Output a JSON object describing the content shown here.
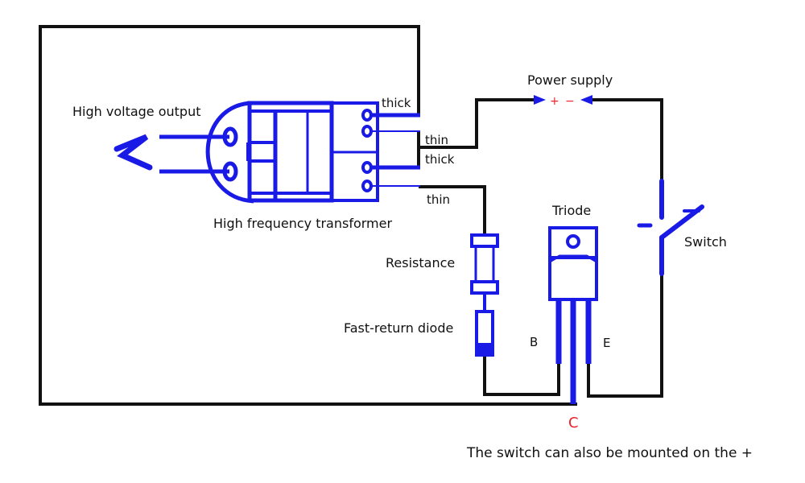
{
  "labels": {
    "high_voltage_output": "High voltage output",
    "transformer": "High frequency transformer",
    "thick_top": "thick",
    "thin_top": "thin",
    "thick_bottom": "thick",
    "thin_bottom": "thin",
    "power_supply": "Power supply",
    "plus": "+",
    "minus": "−",
    "triode": "Triode",
    "switch": "Switch",
    "resistance": "Resistance",
    "diode": "Fast-return diode",
    "pin_b": "B",
    "pin_e": "E",
    "pin_c": "C",
    "note": "The switch can also be mounted on the +"
  },
  "colors": {
    "wire": "#111111",
    "component": "#1a1ae6",
    "pin_c": "#e8232b",
    "power_sign": "#e8232b"
  }
}
